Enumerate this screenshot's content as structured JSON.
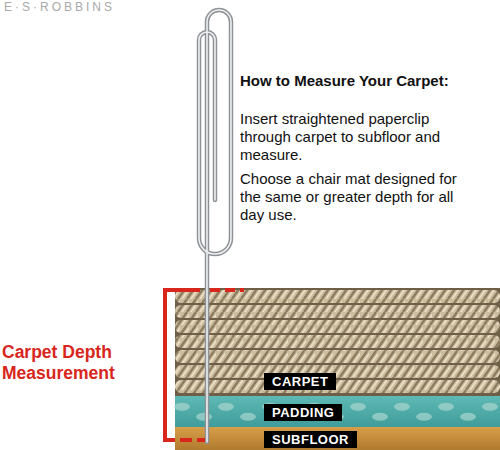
{
  "diagram": {
    "title": "How to Measure Your Carpet:",
    "nodes": [
      {
        "text": [
          "CARPET"
        ]
      },
      {
        "text": [
          "PADDING"
        ]
      },
      {
        "text": [
          "SUBFLOOR"
        ]
      }
    ],
    "labels": [
      "E·S·ROBBINS",
      "Insert straightened paperclip through carpet to subfloor and measure.",
      "Choose a chair mat designed for the same or greater depth for all day use.",
      "Carpet Depth Measurement"
    ]
  }
}
